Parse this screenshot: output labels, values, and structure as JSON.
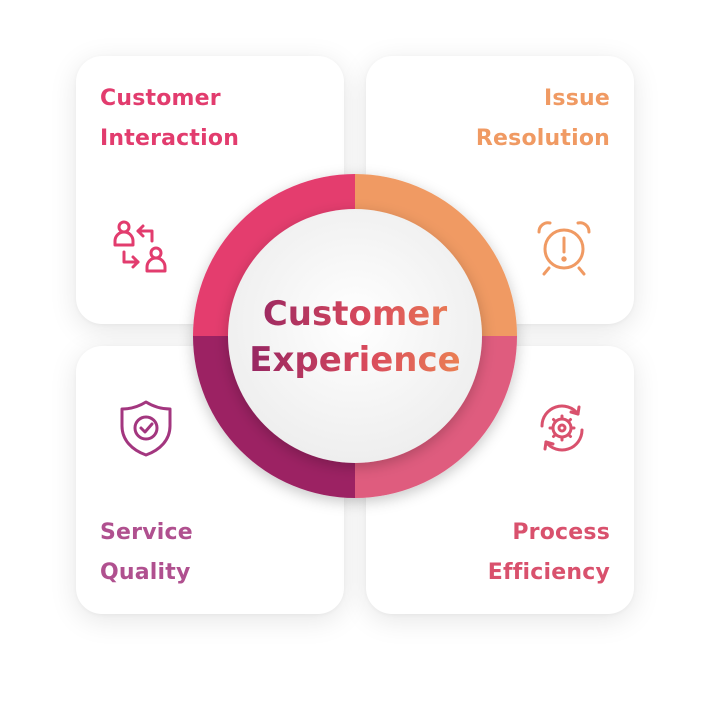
{
  "center": {
    "line1": "Customer",
    "line2": "Experience"
  },
  "quadrants": {
    "top_left": {
      "line1": "Customer",
      "line2": "Interaction",
      "icon": "customer-exchange-icon",
      "color": "#e23c6e"
    },
    "top_right": {
      "line1": "Issue",
      "line2": "Resolution",
      "icon": "alarm-clock-alert-icon",
      "color": "#f09a63"
    },
    "bottom_left": {
      "line1": "Service",
      "line2": "Quality",
      "icon": "shield-check-icon",
      "color": "#b0508f"
    },
    "bottom_right": {
      "line1": "Process",
      "line2": "Efficiency",
      "icon": "gear-refresh-icon",
      "color": "#d9516d"
    }
  },
  "ring_colors": {
    "top_left": "#e43c6e",
    "top_right": "#f09a63",
    "bottom_right": "#df5b7e",
    "bottom_left": "#9c2463"
  }
}
